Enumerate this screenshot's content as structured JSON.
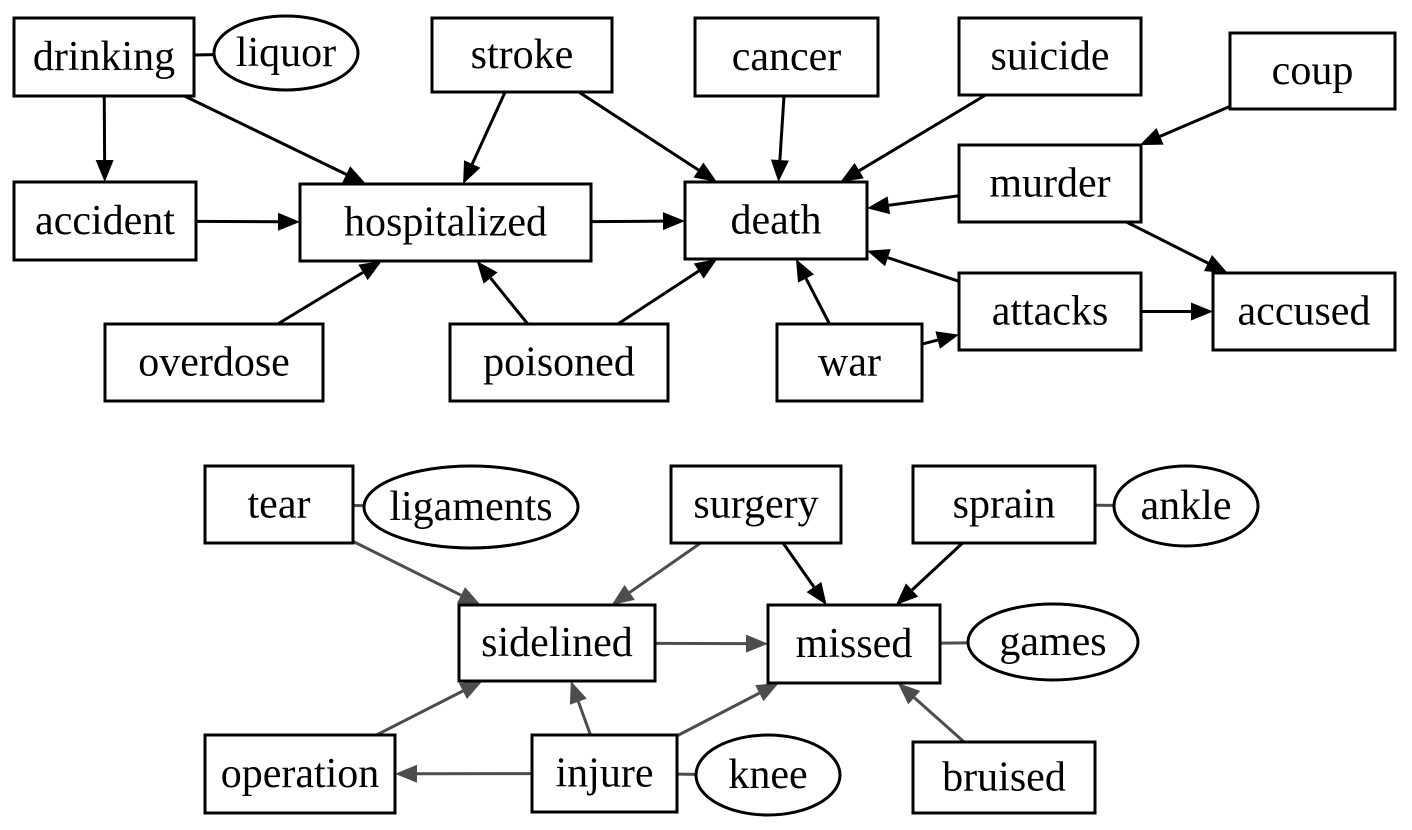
{
  "graphs": [
    {
      "nodes": [
        {
          "id": "drinking",
          "label": "drinking",
          "shape": "box"
        },
        {
          "id": "liquor",
          "label": "liquor",
          "shape": "ellipse"
        },
        {
          "id": "stroke",
          "label": "stroke",
          "shape": "box"
        },
        {
          "id": "cancer",
          "label": "cancer",
          "shape": "box"
        },
        {
          "id": "suicide",
          "label": "suicide",
          "shape": "box"
        },
        {
          "id": "coup",
          "label": "coup",
          "shape": "box"
        },
        {
          "id": "accident",
          "label": "accident",
          "shape": "box"
        },
        {
          "id": "hospitalized",
          "label": "hospitalized",
          "shape": "box"
        },
        {
          "id": "death",
          "label": "death",
          "shape": "box"
        },
        {
          "id": "murder",
          "label": "murder",
          "shape": "box"
        },
        {
          "id": "attacks",
          "label": "attacks",
          "shape": "box"
        },
        {
          "id": "accused",
          "label": "accused",
          "shape": "box"
        },
        {
          "id": "overdose",
          "label": "overdose",
          "shape": "box"
        },
        {
          "id": "poisoned",
          "label": "poisoned",
          "shape": "box"
        },
        {
          "id": "war",
          "label": "war",
          "shape": "box"
        }
      ],
      "edges": [
        {
          "from": "drinking",
          "to": "liquor",
          "directed": false,
          "color": "#000000"
        },
        {
          "from": "drinking",
          "to": "accident",
          "directed": true,
          "color": "#000000"
        },
        {
          "from": "drinking",
          "to": "hospitalized",
          "directed": true,
          "color": "#000000"
        },
        {
          "from": "stroke",
          "to": "hospitalized",
          "directed": true,
          "color": "#000000"
        },
        {
          "from": "stroke",
          "to": "death",
          "directed": true,
          "color": "#000000"
        },
        {
          "from": "cancer",
          "to": "death",
          "directed": true,
          "color": "#000000"
        },
        {
          "from": "suicide",
          "to": "death",
          "directed": true,
          "color": "#000000"
        },
        {
          "from": "coup",
          "to": "murder",
          "directed": true,
          "color": "#000000"
        },
        {
          "from": "accident",
          "to": "hospitalized",
          "directed": true,
          "color": "#000000"
        },
        {
          "from": "hospitalized",
          "to": "death",
          "directed": true,
          "color": "#000000"
        },
        {
          "from": "murder",
          "to": "death",
          "directed": true,
          "color": "#000000"
        },
        {
          "from": "murder",
          "to": "accused",
          "directed": true,
          "color": "#000000"
        },
        {
          "from": "attacks",
          "to": "death",
          "directed": true,
          "color": "#000000"
        },
        {
          "from": "attacks",
          "to": "accused",
          "directed": true,
          "color": "#000000"
        },
        {
          "from": "overdose",
          "to": "hospitalized",
          "directed": true,
          "color": "#000000"
        },
        {
          "from": "poisoned",
          "to": "hospitalized",
          "directed": true,
          "color": "#000000"
        },
        {
          "from": "poisoned",
          "to": "death",
          "directed": true,
          "color": "#000000"
        },
        {
          "from": "war",
          "to": "death",
          "directed": true,
          "color": "#000000"
        },
        {
          "from": "war",
          "to": "attacks",
          "directed": true,
          "color": "#000000"
        }
      ]
    },
    {
      "nodes": [
        {
          "id": "tear",
          "label": "tear",
          "shape": "box"
        },
        {
          "id": "ligaments",
          "label": "ligaments",
          "shape": "ellipse"
        },
        {
          "id": "surgery",
          "label": "surgery",
          "shape": "box"
        },
        {
          "id": "sprain",
          "label": "sprain",
          "shape": "box"
        },
        {
          "id": "ankle",
          "label": "ankle",
          "shape": "ellipse"
        },
        {
          "id": "sidelined",
          "label": "sidelined",
          "shape": "box"
        },
        {
          "id": "missed",
          "label": "missed",
          "shape": "box"
        },
        {
          "id": "games",
          "label": "games",
          "shape": "ellipse"
        },
        {
          "id": "operation",
          "label": "operation",
          "shape": "box"
        },
        {
          "id": "injure",
          "label": "injure",
          "shape": "box"
        },
        {
          "id": "knee",
          "label": "knee",
          "shape": "ellipse"
        },
        {
          "id": "bruised",
          "label": "bruised",
          "shape": "box"
        }
      ],
      "edges": [
        {
          "from": "tear",
          "to": "ligaments",
          "directed": false,
          "color": "#4d4d4d"
        },
        {
          "from": "tear",
          "to": "sidelined",
          "directed": true,
          "color": "#4d4d4d"
        },
        {
          "from": "surgery",
          "to": "sidelined",
          "directed": true,
          "color": "#4d4d4d"
        },
        {
          "from": "surgery",
          "to": "missed",
          "directed": true,
          "color": "#000000"
        },
        {
          "from": "sprain",
          "to": "ankle",
          "directed": false,
          "color": "#4d4d4d"
        },
        {
          "from": "sprain",
          "to": "missed",
          "directed": true,
          "color": "#000000"
        },
        {
          "from": "sidelined",
          "to": "missed",
          "directed": true,
          "color": "#4d4d4d"
        },
        {
          "from": "missed",
          "to": "games",
          "directed": false,
          "color": "#4d4d4d"
        },
        {
          "from": "operation",
          "to": "sidelined",
          "directed": true,
          "color": "#4d4d4d"
        },
        {
          "from": "injure",
          "to": "sidelined",
          "directed": true,
          "color": "#4d4d4d"
        },
        {
          "from": "injure",
          "to": "missed",
          "directed": true,
          "color": "#4d4d4d"
        },
        {
          "from": "injure",
          "to": "operation",
          "directed": true,
          "color": "#4d4d4d"
        },
        {
          "from": "injure",
          "to": "knee",
          "directed": false,
          "color": "#4d4d4d"
        },
        {
          "from": "bruised",
          "to": "missed",
          "directed": true,
          "color": "#4d4d4d"
        }
      ]
    }
  ]
}
